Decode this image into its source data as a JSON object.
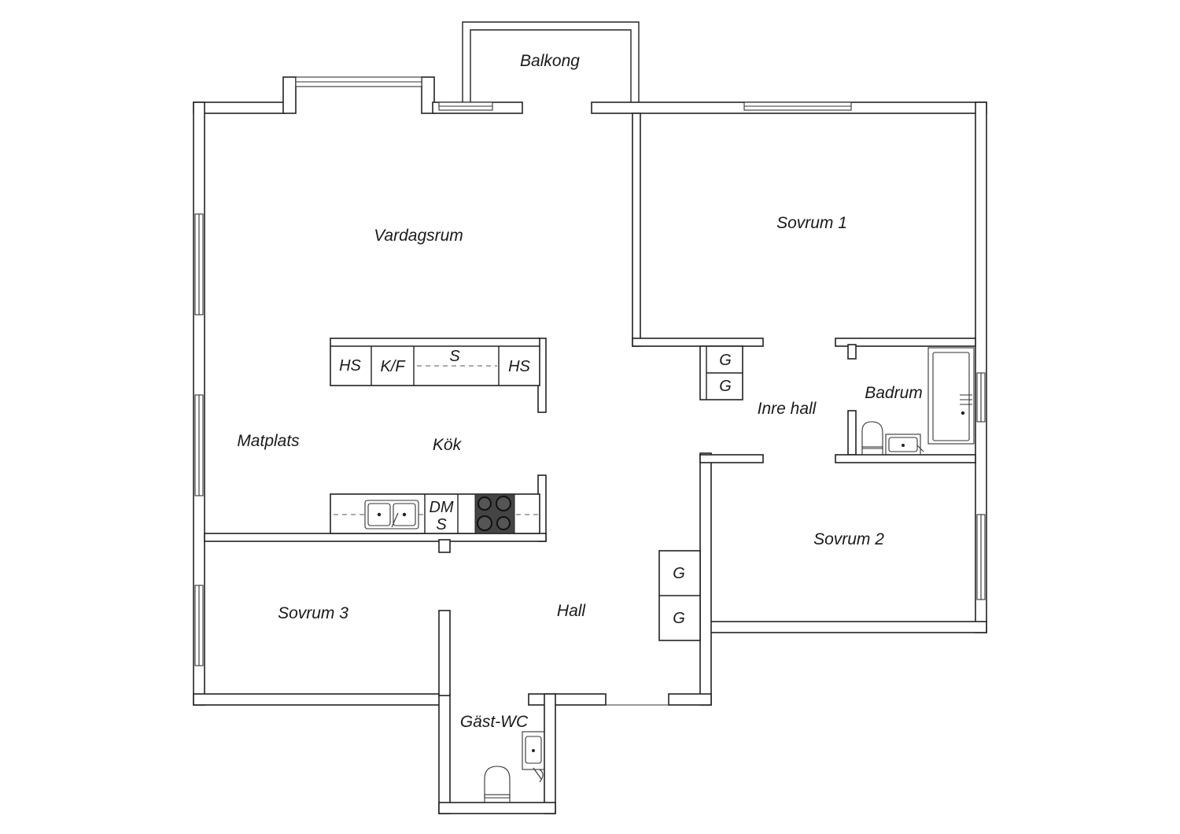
{
  "rooms": {
    "balkong": "Balkong",
    "vardagsrum": "Vardagsrum",
    "sovrum1": "Sovrum 1",
    "matplats": "Matplats",
    "kok": "Kök",
    "inre_hall": "Inre hall",
    "badrum": "Badrum",
    "sovrum2": "Sovrum 2",
    "sovrum3": "Sovrum 3",
    "hall": "Hall",
    "gast_wc": "Gäst-WC"
  },
  "fixtures": {
    "hs_left": "HS",
    "kf": "K/F",
    "s_upper": "S",
    "hs_right": "HS",
    "dm": "DM",
    "s_lower": "S",
    "g1": "G",
    "g2": "G",
    "g3": "G",
    "g4": "G"
  },
  "colors": {
    "wall": "#222222",
    "stove": "#444444"
  }
}
